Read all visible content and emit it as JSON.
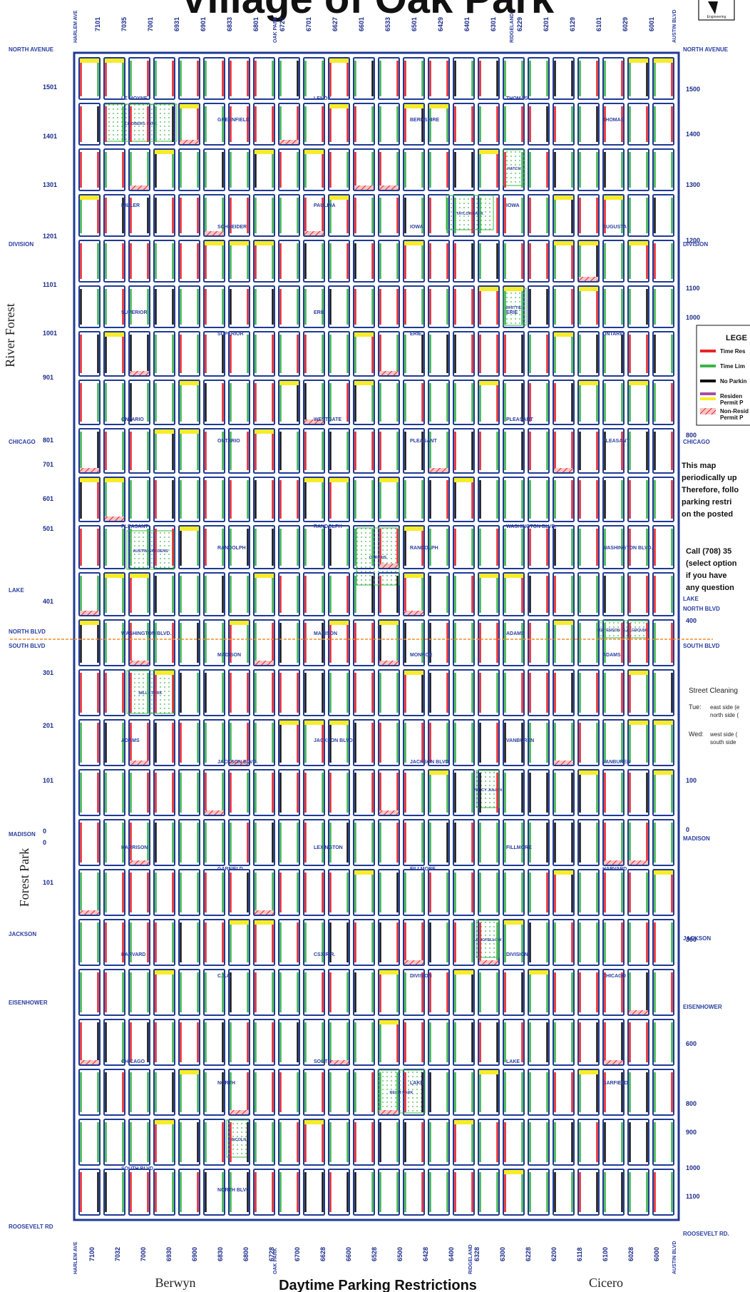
{
  "title": "Village of Oak Park",
  "footer_title": "Daytime Parking Restrictions",
  "towns": {
    "west": "River Forest",
    "west_south": "Forest Park",
    "south_west": "Berwyn",
    "south_east": "Cicero"
  },
  "west_streets": [
    {
      "name": "NORTH AVENUE"
    },
    {
      "name": "DIVISION"
    },
    {
      "name": "CHICAGO"
    },
    {
      "name": "LAKE"
    },
    {
      "name": "NORTH BLVD"
    },
    {
      "name": "SOUTH BLVD"
    },
    {
      "name": "MADISON"
    },
    {
      "name": "JACKSON"
    },
    {
      "name": "EISENHOWER"
    },
    {
      "name": "ROOSEVELT RD"
    }
  ],
  "east_streets": [
    {
      "name": "NORTH AVENUE"
    },
    {
      "name": "DIVISION"
    },
    {
      "name": "CHICAGO"
    },
    {
      "name": "LAKE"
    },
    {
      "name": "NORTH BLVD"
    },
    {
      "name": "SOUTH BLVD"
    },
    {
      "name": "MADISON"
    },
    {
      "name": "JACKSON"
    },
    {
      "name": "EISENHOWER"
    },
    {
      "name": "ROOSEVELT RD."
    }
  ],
  "west_numbers": [
    "1501",
    "1401",
    "1301",
    "1201",
    "1101",
    "1001",
    "901",
    "801",
    "701",
    "601",
    "501",
    "401",
    "301",
    "201",
    "101",
    "0",
    "0",
    "101"
  ],
  "east_numbers": [
    "1500",
    "1400",
    "1300",
    "1200",
    "1100",
    "1000",
    "800",
    "400",
    "100",
    "0",
    "300",
    "600",
    "800",
    "900",
    "1000",
    "1100"
  ],
  "top_numbers": [
    "7101",
    "7035",
    "7001",
    "6931",
    "6901",
    "6833",
    "6801",
    "6727",
    "6701",
    "6627",
    "6601",
    "6533",
    "6501",
    "6429",
    "6401",
    "6301",
    "6229",
    "6201",
    "6129",
    "6101",
    "6029",
    "6001"
  ],
  "bottom_numbers": [
    "7100",
    "7032",
    "7000",
    "6930",
    "6900",
    "6830",
    "6800",
    "6728",
    "6700",
    "6628",
    "6600",
    "6528",
    "6500",
    "6428",
    "6400",
    "6328",
    "6300",
    "6228",
    "6200",
    "6118",
    "6100",
    "6028",
    "6000"
  ],
  "ns_streets_top": [
    "HARLEM AVE",
    "OAK PARK",
    "RIDGELAND",
    "AUSTIN BLVD"
  ],
  "ns_streets_bottom": [
    "HARLEM AVE",
    "OAK PARK",
    "RIDGELAND",
    "AUSTIN BLVD"
  ],
  "interior_labels": [
    {
      "name": "LE MOYNE"
    },
    {
      "name": "GREENFIELD"
    },
    {
      "name": "LENOX"
    },
    {
      "name": "BERKSHIRE"
    },
    {
      "name": "THOMAS"
    },
    {
      "name": "THOMAS"
    },
    {
      "name": "MILLER"
    },
    {
      "name": "SCHNEIDER"
    },
    {
      "name": "PAULINA"
    },
    {
      "name": "IOWA"
    },
    {
      "name": "IOWA"
    },
    {
      "name": "AUGUSTA"
    },
    {
      "name": "SUPERIOR"
    },
    {
      "name": "SUPERIOR"
    },
    {
      "name": "ERIE"
    },
    {
      "name": "ERIE"
    },
    {
      "name": "ERIE"
    },
    {
      "name": "ONTARIO"
    },
    {
      "name": "ONTARIO"
    },
    {
      "name": "ONTARIO"
    },
    {
      "name": "WESTGATE"
    },
    {
      "name": "PLEASANT"
    },
    {
      "name": "PLEASANT"
    },
    {
      "name": "PLEASANT"
    },
    {
      "name": "PLEASANT"
    },
    {
      "name": "RANDOLPH"
    },
    {
      "name": "RANDOLPH"
    },
    {
      "name": "RANDOLPH"
    },
    {
      "name": "WASHINGTON BLVD."
    },
    {
      "name": "WASHINGTON BLVD."
    },
    {
      "name": "WASHINGTON BLVD."
    },
    {
      "name": "MADISON"
    },
    {
      "name": "MADISON"
    },
    {
      "name": "MONROE"
    },
    {
      "name": "ADAMS"
    },
    {
      "name": "ADAMS"
    },
    {
      "name": "ADAMS"
    },
    {
      "name": "JACKSON BLVD."
    },
    {
      "name": "JACKSON BLVD."
    },
    {
      "name": "JACKSON BLVD."
    },
    {
      "name": "VANBUREN"
    },
    {
      "name": "VANBUREN"
    },
    {
      "name": "HARRISON"
    },
    {
      "name": "GARFIELD"
    },
    {
      "name": "LEXINGTON"
    },
    {
      "name": "FILLMORE"
    },
    {
      "name": "FILLMORE"
    },
    {
      "name": "HARVARD"
    },
    {
      "name": "HARVARD"
    },
    {
      "name": "C.T.A."
    },
    {
      "name": "CSX R.R."
    },
    {
      "name": "DIVISION"
    },
    {
      "name": "DIVISION"
    },
    {
      "name": "CHICAGO"
    },
    {
      "name": "CHICAGO"
    },
    {
      "name": "NORTH"
    },
    {
      "name": "SOUTH"
    },
    {
      "name": "LAKE"
    },
    {
      "name": "LAKE"
    },
    {
      "name": "GARFIELD"
    },
    {
      "name": "SOUTH BLVD"
    },
    {
      "name": "NORTH BLVD"
    }
  ],
  "parks": [
    {
      "name": "LINDBERG PARK"
    },
    {
      "name": "TAYLOR PARK"
    },
    {
      "name": "AUSTIN GARDENS"
    },
    {
      "name": "MILLS PARK"
    },
    {
      "name": "REHM PARK"
    },
    {
      "name": "LONGFELLOW"
    },
    {
      "name": "OPRF HS"
    },
    {
      "name": "WHITTIER"
    },
    {
      "name": "STEVENSON PLAYGROUND"
    },
    {
      "name": "PERCY JULIAN"
    },
    {
      "name": "LINCOLN"
    },
    {
      "name": "HATCH"
    }
  ],
  "legend": {
    "title": "LEGE",
    "items": [
      {
        "label": "Time Res",
        "color": "#e8232a",
        "style": "line"
      },
      {
        "label": "Time Lim",
        "color": "#3cb34a",
        "style": "line"
      },
      {
        "label": "No Parkin",
        "color": "#111111",
        "style": "line"
      },
      {
        "label": "Residen",
        "label2": "Permit P",
        "color": "#a64ca6",
        "color2": "#f7ec2a",
        "style": "double"
      },
      {
        "label": "Non-Resid",
        "label2": "Permit P",
        "color": "#e8232a",
        "style": "hatch"
      }
    ]
  },
  "note_lines": [
    "This map",
    "periodically up",
    "Therefore, follo",
    "parking restri",
    "on the posted"
  ],
  "call_lines": [
    "Call (708) 35",
    "(select option",
    "if you have",
    "any question"
  ],
  "street_cleaning": {
    "title": "Street Cleaning",
    "rows": [
      {
        "day": "Tue:",
        "text": "east side (e",
        "text2": "north side ("
      },
      {
        "day": "Wed:",
        "text": "west side (",
        "text2": "south side"
      }
    ]
  },
  "colors": {
    "street": "#1f3a93",
    "restricted": "#e8232a",
    "limited": "#3cb34a",
    "noparking": "#111111",
    "resident": "#a64ca6",
    "permit": "#f7ec2a",
    "address_line": "#f28c28",
    "park": "#3cb34a"
  }
}
